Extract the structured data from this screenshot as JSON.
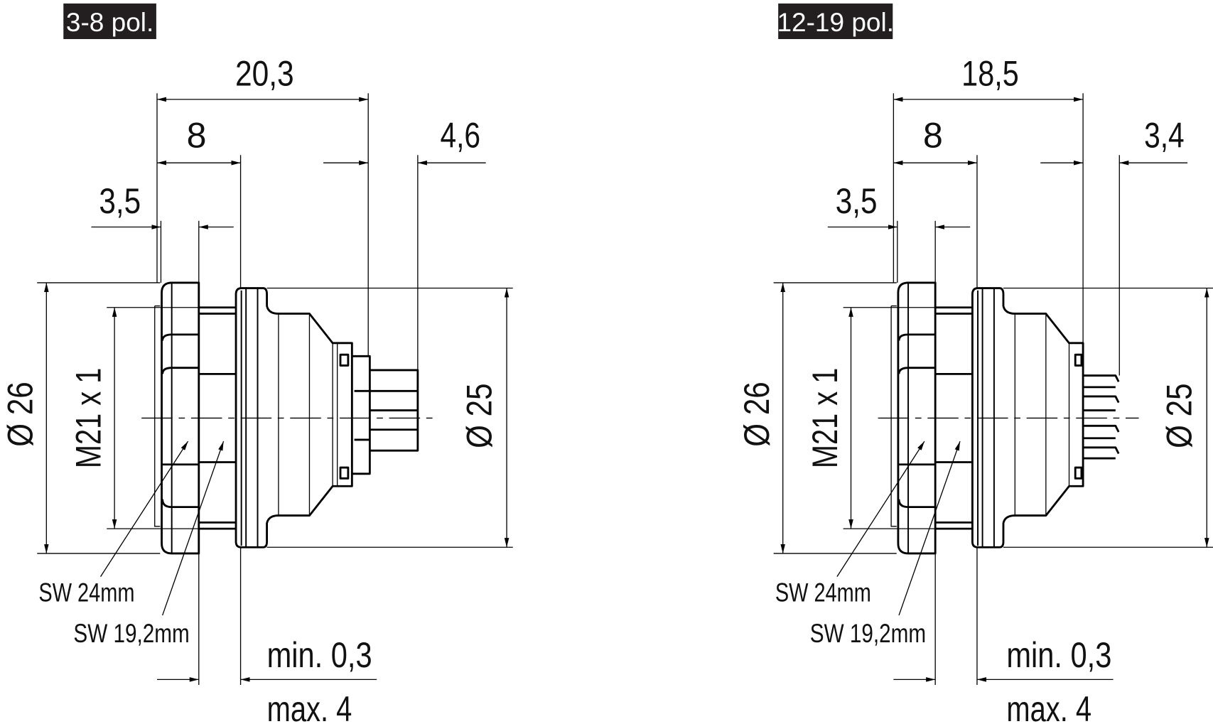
{
  "views": [
    {
      "label": "3-8 pol.",
      "dims": {
        "overall": "20,3",
        "flange": "8",
        "pins": "4,6",
        "nut": "3,5",
        "dia_outer": "Ø 26",
        "thread": "M21 x 1",
        "dia_body": "Ø 25"
      },
      "wrench1": "SW 24mm",
      "wrench2": "SW 19,2mm",
      "panel_min": "min. 0,3",
      "panel_max": "max. 4"
    },
    {
      "label": "12-19 pol.",
      "dims": {
        "overall": "18,5",
        "flange": "8",
        "pins": "3,4",
        "nut": "3,5",
        "dia_outer": "Ø 26",
        "thread": "M21 x 1",
        "dia_body": "Ø 25"
      },
      "wrench1": "SW 24mm",
      "wrench2": "SW 19,2mm",
      "panel_min": "min. 0,3",
      "panel_max": "max. 4"
    }
  ]
}
